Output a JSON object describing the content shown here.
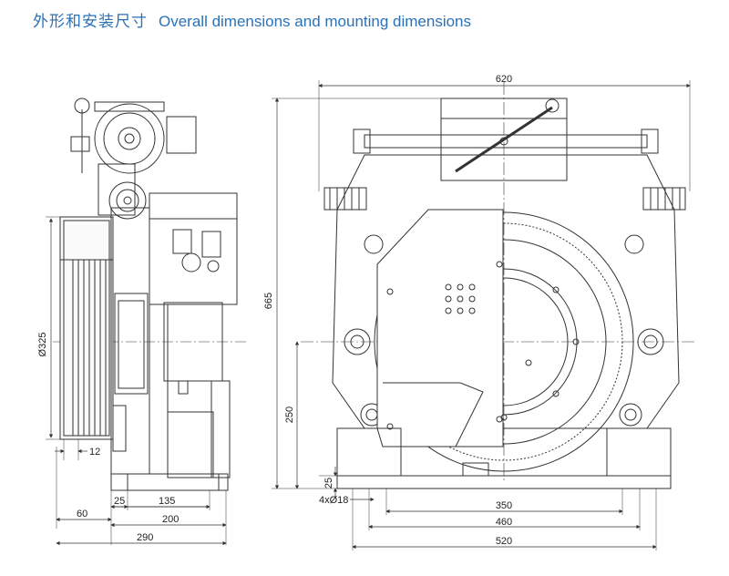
{
  "header": {
    "title_cn": "外形和安装尺寸",
    "title_en": "Overall dimensions and mounting dimensions"
  },
  "side_view": {
    "dim_diameter": "Ø325",
    "dim_groove": "12",
    "dim_60": "60",
    "dim_25": "25",
    "dim_135": "135",
    "dim_200": "200",
    "dim_290": "290"
  },
  "front_view": {
    "dim_width": "620",
    "dim_height": "665",
    "dim_axis_height": "250",
    "dim_base": "25",
    "dim_holes": "4xØ18",
    "dim_350": "350",
    "dim_460": "460",
    "dim_520": "520"
  },
  "colors": {
    "title": "#2a72b8",
    "line": "#333333"
  }
}
